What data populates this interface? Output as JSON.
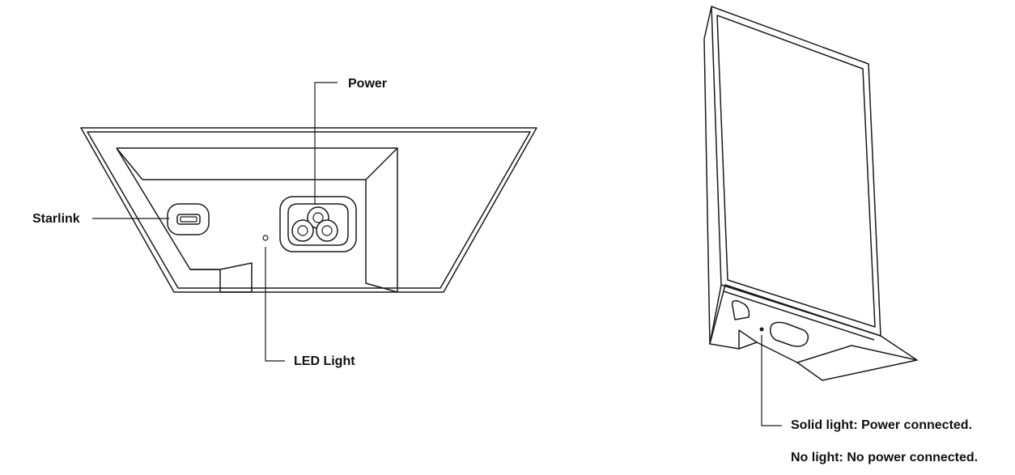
{
  "labels": {
    "power": "Power",
    "starlink": "Starlink",
    "led_light": "LED Light",
    "solid_light": "Solid light: Power connected.",
    "no_light": "No light: No power connected."
  }
}
